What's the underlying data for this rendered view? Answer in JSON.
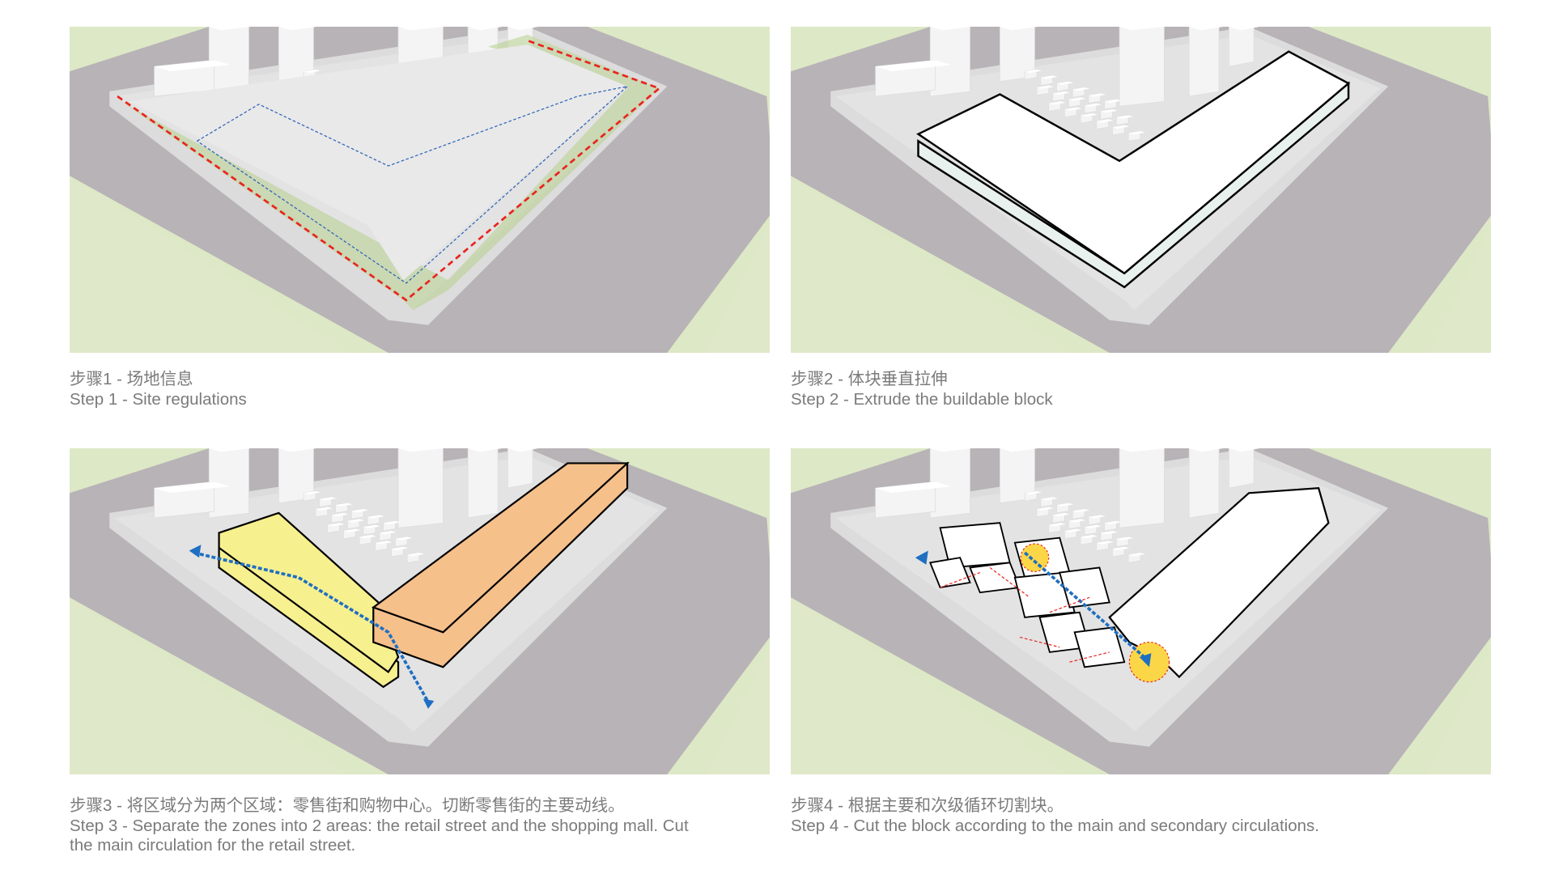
{
  "steps": [
    {
      "id": "step1",
      "title_cn": "步骤1 - 场地信息",
      "title_en": "Step 1 - Site regulations"
    },
    {
      "id": "step2",
      "title_cn": "步骤2 - 体块垂直拉伸",
      "title_en": "Step 2 - Extrude the buildable block"
    },
    {
      "id": "step3",
      "title_cn": "步骤3 - 将区域分为两个区域：零售街和购物中心。切断零售街的主要动线。",
      "title_en": "Step 3 - Separate the zones into 2 areas: the retail street and the shopping mall. Cut",
      "title_en_2": "the main circulation for the retail street."
    },
    {
      "id": "step4",
      "title_cn": "步骤4 - 根据主要和次级循环切割块。",
      "title_en": "Step 4 - Cut the block according to the main and secondary circulations."
    }
  ],
  "colors": {
    "road": "#b8b3b7",
    "grass": "#dde8c6",
    "green_buffer": "#b6cf8c",
    "plaza": "#e9e9e9",
    "site_boundary": "#e8251f",
    "setback": "#2a62b8",
    "retail": "#f7f08f",
    "mall": "#f6c08b",
    "arrow": "#1f6fc2",
    "node": "#fbd747"
  }
}
